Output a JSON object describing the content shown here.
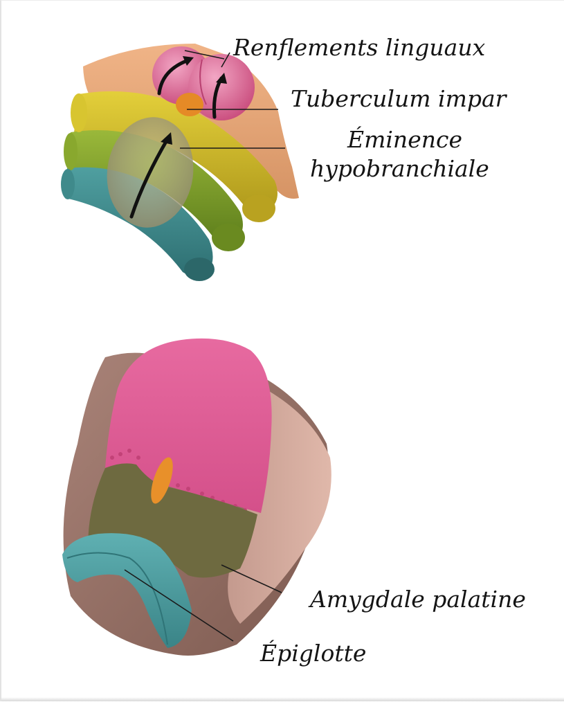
{
  "labels": {
    "renflements": "Renflements linguaux",
    "tuberculum": "Tuberculum impar",
    "eminence_line1": "Éminence",
    "eminence_line2": "hypobranchiale",
    "amygdale": "Amygdale palatine",
    "epiglotte": "Épiglotte"
  },
  "colors": {
    "arch_teal": "#3f8a8b",
    "arch_green": "#7a9a2a",
    "arch_yellow": "#c9b52a",
    "arch_peach": "#e7a778",
    "lingual_swelling": "#d8608e",
    "tuberculum": "#e08a2a",
    "hypobranchial": "#a7a280",
    "tongue_pink": "#dd5a93",
    "tongue_base": "#6e6a40",
    "epiglottis": "#4f9ca0",
    "pharynx_wall": "#a87f73"
  }
}
